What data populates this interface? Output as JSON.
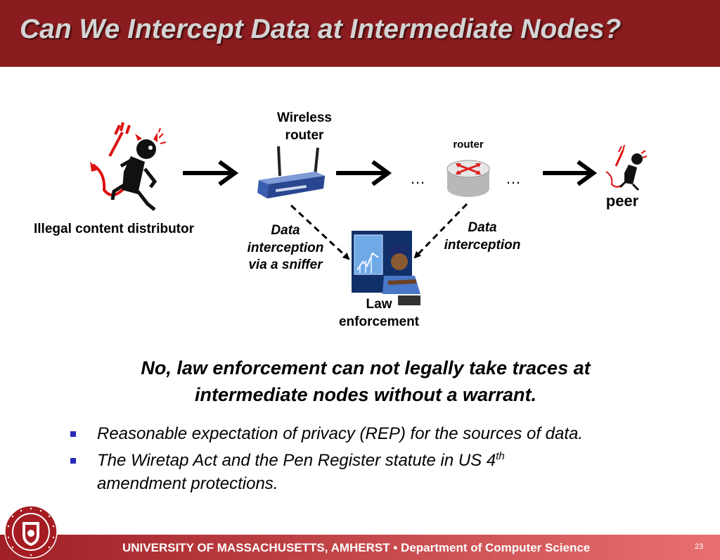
{
  "slide": {
    "title": "Can We Intercept Data at Intermediate Nodes?",
    "page_number": "23"
  },
  "diagram": {
    "distributor_label": "Illegal content distributor",
    "wireless_router_label": [
      "Wireless",
      "router"
    ],
    "router_label": "router",
    "peer_label": "peer",
    "ellipsis": "…",
    "sniffer_label": [
      "Data",
      "interception",
      "via a sniffer"
    ],
    "router_interception_label": [
      "Data",
      "interception"
    ],
    "law_label": [
      "Law",
      "enforcement"
    ]
  },
  "conclusion": [
    "No, law enforcement can not legally take traces at",
    "intermediate nodes without a warrant."
  ],
  "bullets": [
    {
      "text": "Reasonable expectation of privacy (REP) for the sources of data."
    },
    {
      "text_before": "The Wiretap Act and the Pen Register statute in US 4",
      "sup": "th",
      "text_after": "amendment protections."
    }
  ],
  "footer": {
    "text": "UNIVERSITY OF MASSACHUSETTS, AMHERST  •  Department of Computer Science"
  },
  "colors": {
    "title_bar": "#8a1c1f",
    "title_text": "#d4d4d4",
    "bullet": "#2a2ab8",
    "footer": "#a02025"
  }
}
